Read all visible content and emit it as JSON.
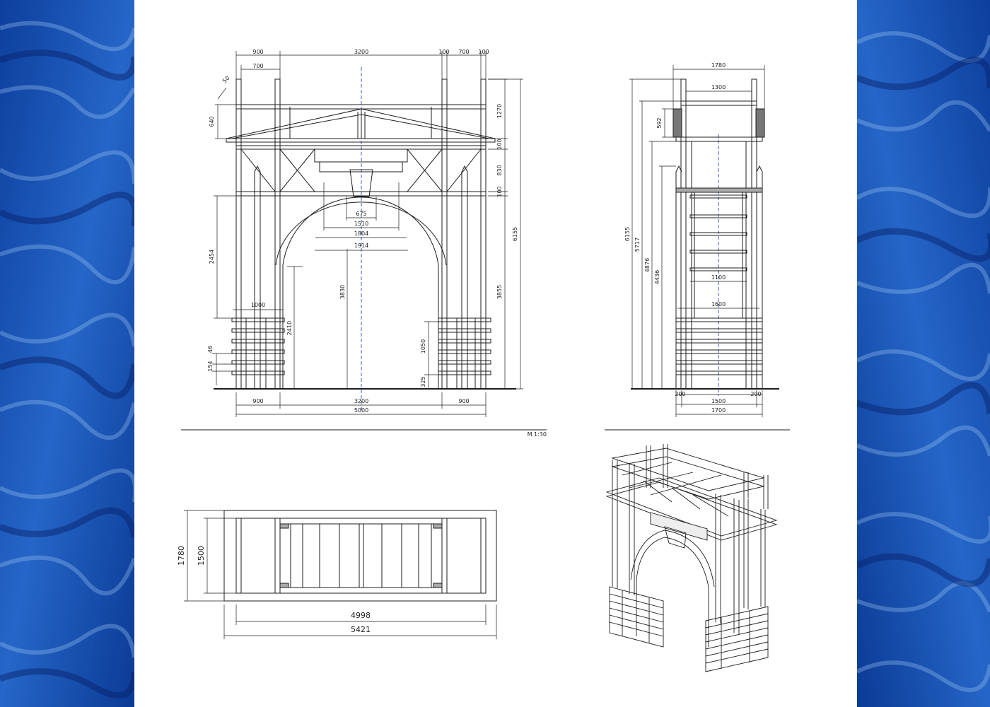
{
  "drawing": {
    "scale_label": "M 1:30",
    "front_elevation": {
      "top_dims": [
        "900",
        "3200",
        "100",
        "700",
        "100"
      ],
      "top_dim_700": "700",
      "bottom_dims": [
        "900",
        "3200",
        "900"
      ],
      "bottom_total": "5000",
      "angle_50": "50",
      "left_dims": [
        "640",
        "2454",
        "46",
        "154"
      ],
      "right_dims": [
        "1270",
        "100",
        "830",
        "100",
        "3855"
      ],
      "total_height": "6155",
      "arch_widths": [
        "675",
        "1510",
        "1804",
        "1914"
      ],
      "center_height": "3830",
      "arch_spring": "2410",
      "base_width": "1000",
      "rail_spacing": "1050",
      "base_rail": "325"
    },
    "side_elevation": {
      "top_width": "1780",
      "inner_top": "1300",
      "heights": [
        "6155",
        "5717",
        "4876",
        "4436"
      ],
      "overhang": "592",
      "ladder_width": "1100",
      "base_width": "1600",
      "bottom_dims": [
        "200",
        "1500",
        "200"
      ],
      "bottom_total": "1700"
    },
    "plan_view": {
      "outer_height": "1780",
      "inner_height": "1500",
      "inner_length": "4998",
      "outer_length": "5421"
    }
  },
  "colors": {
    "water": "#1a4fb0",
    "sheet": "#ffffff",
    "line": "#1c1c1c",
    "axis": "#4455cc"
  }
}
